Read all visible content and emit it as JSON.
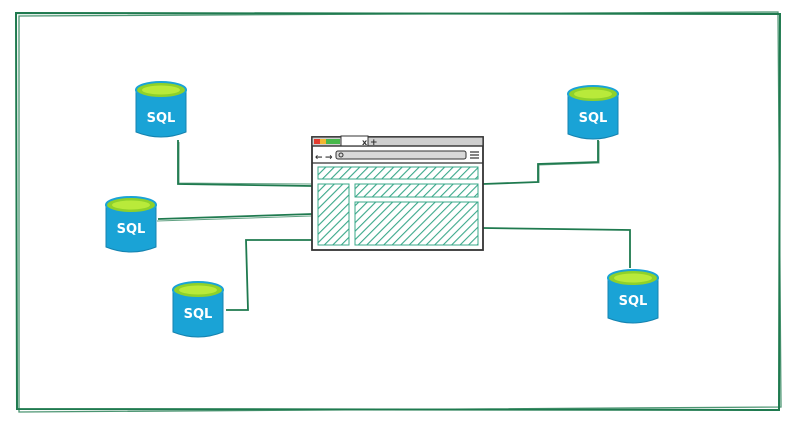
{
  "colors": {
    "frame": "#1f7a4f",
    "connector": "#1f7a4f",
    "db_body": "#1aa3d6",
    "db_top": "#8fd12a",
    "db_top_inner": "#b9ea3a",
    "db_label": "#ffffff",
    "window_outline": "#333333",
    "hatch": "#3aa88a",
    "btn_red": "#e23b2e",
    "btn_yellow": "#f2b630",
    "btn_green": "#47b84a"
  },
  "databases": [
    {
      "label": "SQL",
      "icon": "database-icon"
    },
    {
      "label": "SQL",
      "icon": "database-icon"
    },
    {
      "label": "SQL",
      "icon": "database-icon"
    },
    {
      "label": "SQL",
      "icon": "database-icon"
    },
    {
      "label": "SQL",
      "icon": "database-icon"
    }
  ],
  "browser": {
    "icon": "browser-window-icon",
    "close_glyph": "x",
    "newtab_glyph": "+",
    "back_glyph": "←",
    "forward_glyph": "→",
    "search_glyph": "🔍",
    "menu_icon": "hamburger-menu-icon"
  }
}
